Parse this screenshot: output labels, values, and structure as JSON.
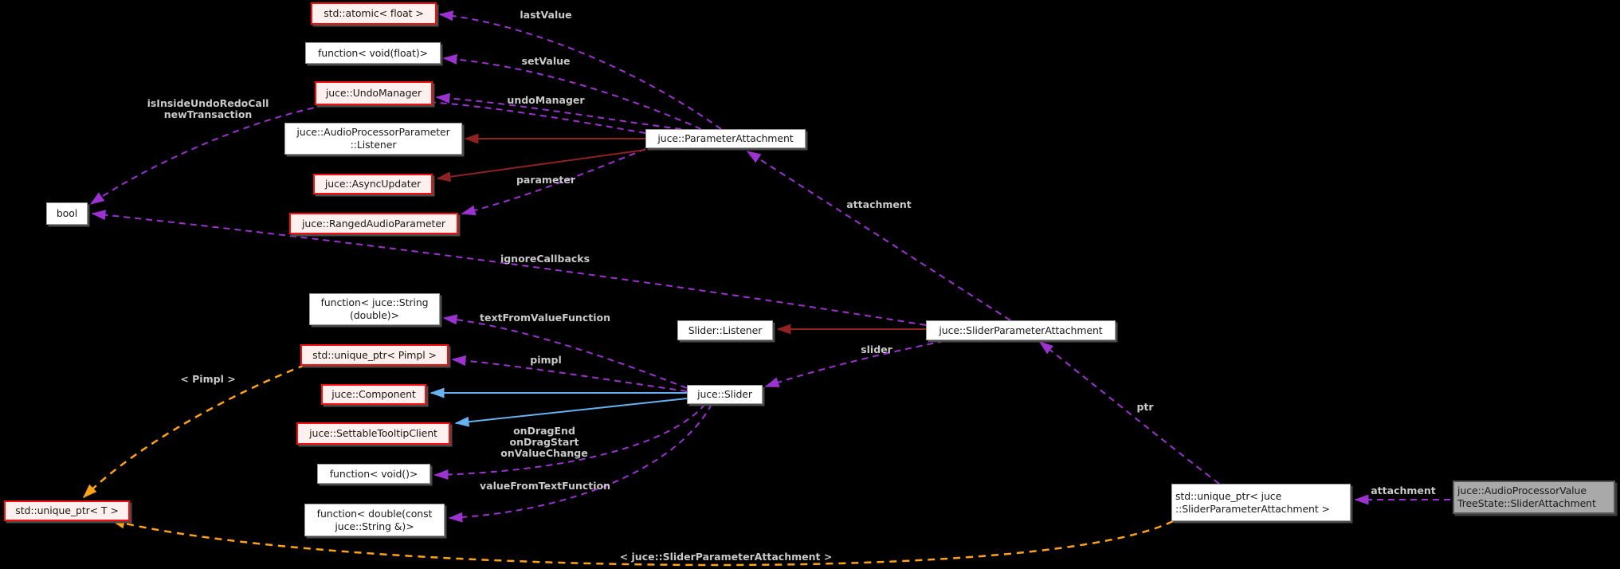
{
  "diagram_type": "collaboration-graph",
  "colors": {
    "background": "#000000",
    "usage_edge": "#9c33d1",
    "template_edge": "#ffa216",
    "private_inheritance_edge": "#8f2222",
    "public_inheritance_edge": "#66b2f0",
    "documented_class_border": "#fa0d0d",
    "class_fill": "#ffffff",
    "red_class_fill": "#fdf0ee",
    "current_class_fill": "#a9a9a9",
    "edge_label_color": "#c9c9c9"
  },
  "nodes": {
    "atomic_float": {
      "label": "std::atomic< float >"
    },
    "fn_void_float": {
      "label": "function< void(float)>"
    },
    "undo_manager": {
      "label": "juce::UndoManager"
    },
    "apvp_listener": {
      "label": "juce::AudioProcessorParameter\n::Listener"
    },
    "async_updater": {
      "label": "juce::AsyncUpdater"
    },
    "ranged_audio_parameter": {
      "label": "juce::RangedAudioParameter"
    },
    "bool": {
      "label": "bool"
    },
    "parameter_attachment": {
      "label": "juce::ParameterAttachment"
    },
    "fn_string_double": {
      "label": "function< juce::String\n(double)>"
    },
    "unique_ptr_pimpl": {
      "label": "std::unique_ptr< Pimpl >"
    },
    "component": {
      "label": "juce::Component"
    },
    "settable_tooltip_client": {
      "label": "juce::SettableTooltipClient"
    },
    "fn_void": {
      "label": "function< void()>"
    },
    "fn_double_const_string": {
      "label": "function< double(const\njuce::String &)>"
    },
    "unique_ptr_t": {
      "label": "std::unique_ptr< T >"
    },
    "slider_listener": {
      "label": "Slider::Listener"
    },
    "juce_slider": {
      "label": "juce::Slider"
    },
    "slider_parameter_attachment": {
      "label": "juce::SliderParameterAttachment"
    },
    "unique_ptr_spa": {
      "label": "std::unique_ptr< juce\n::SliderParameterAttachment >"
    },
    "avts_slider_attachment": {
      "label": "juce::AudioProcessorValue\nTreeState::SliderAttachment"
    }
  },
  "edge_labels": {
    "last_value": "lastValue",
    "set_value": "setValue",
    "undo_manager": "undoManager",
    "is_inside_undo": "isInsideUndoRedoCall\nnewTransaction",
    "parameter": "parameter",
    "attachment_pa": "attachment",
    "ignore_callbacks": "ignoreCallbacks",
    "text_from_value": "textFromValueFunction",
    "pimpl": "pimpl",
    "slider": "slider",
    "on_callbacks": "onDragEnd\nonDragStart\nonValueChange",
    "value_from_text": "valueFromTextFunction",
    "ptr": "ptr",
    "attachment_spa": "attachment",
    "tpl_pimpl": "< Pimpl >",
    "tpl_spa": "< juce::SliderParameterAttachment >"
  }
}
